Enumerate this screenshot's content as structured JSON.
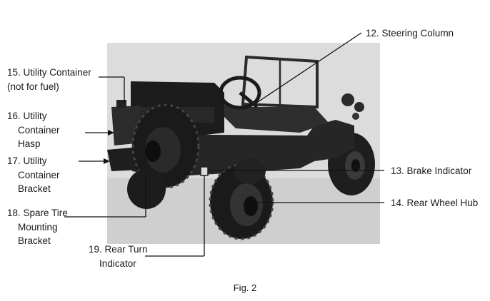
{
  "labels": {
    "steering_column": "12. Steering Column",
    "brake_indicator": "13. Brake Indicator",
    "rear_wheel_hub": "14. Rear Wheel Hub",
    "utility_container": "15. Utility Container\n(not for fuel)",
    "utility_container_hasp": "16. Utility\n    Container\n    Hasp",
    "utility_container_bracket": "17. Utility\n    Container\n    Bracket",
    "spare_tire_bracket": "18. Spare Tire\n    Mounting\n    Bracket",
    "rear_turn_indicator": "19. Rear Turn\n    Indicator"
  },
  "caption": "Fig. 2",
  "colors": {
    "ink": "#111111",
    "background": "#ffffff",
    "photo_bg": "#dedede",
    "vehicle": "#262626"
  }
}
